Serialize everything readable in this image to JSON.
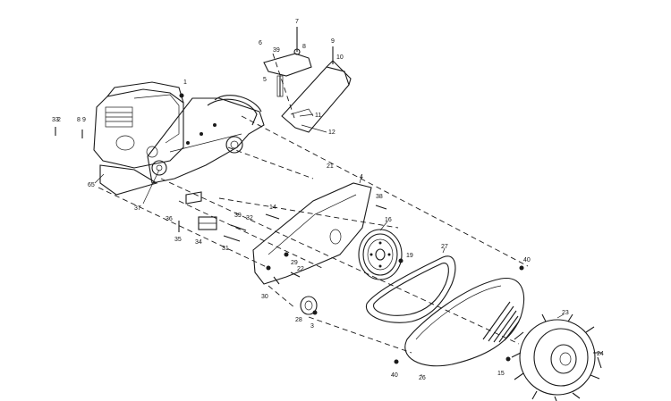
{
  "diagram": {
    "colors": {
      "ink": "#1a1a1a",
      "background": "#ffffff"
    },
    "callouts": [
      "1",
      "2",
      "3",
      "4",
      "5",
      "6",
      "7",
      "8",
      "9",
      "10",
      "11",
      "12",
      "14",
      "15",
      "16",
      "19",
      "21",
      "22",
      "23",
      "24",
      "26",
      "27",
      "28",
      "29",
      "30",
      "31",
      "32",
      "33",
      "34",
      "35",
      "36",
      "37",
      "38",
      "39",
      "40",
      "40",
      "65"
    ]
  }
}
